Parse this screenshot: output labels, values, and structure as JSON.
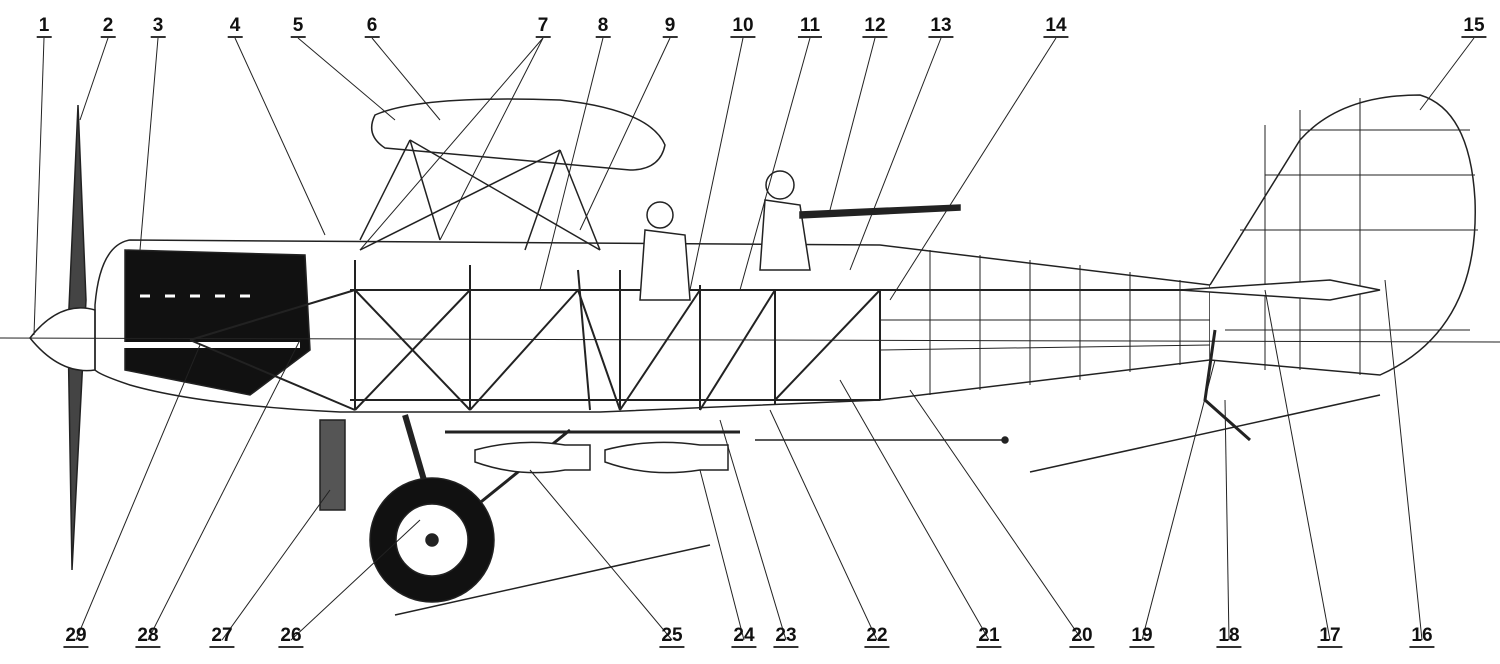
{
  "diagram": {
    "top_labels": [
      "1",
      "2",
      "3",
      "4",
      "5",
      "6",
      "7",
      "8",
      "9",
      "10",
      "11",
      "12",
      "13",
      "14",
      "15"
    ],
    "bottom_labels": [
      "29",
      "28",
      "27",
      "26",
      "25",
      "24",
      "23",
      "22",
      "21",
      "20",
      "19",
      "18",
      "17",
      "16"
    ]
  }
}
